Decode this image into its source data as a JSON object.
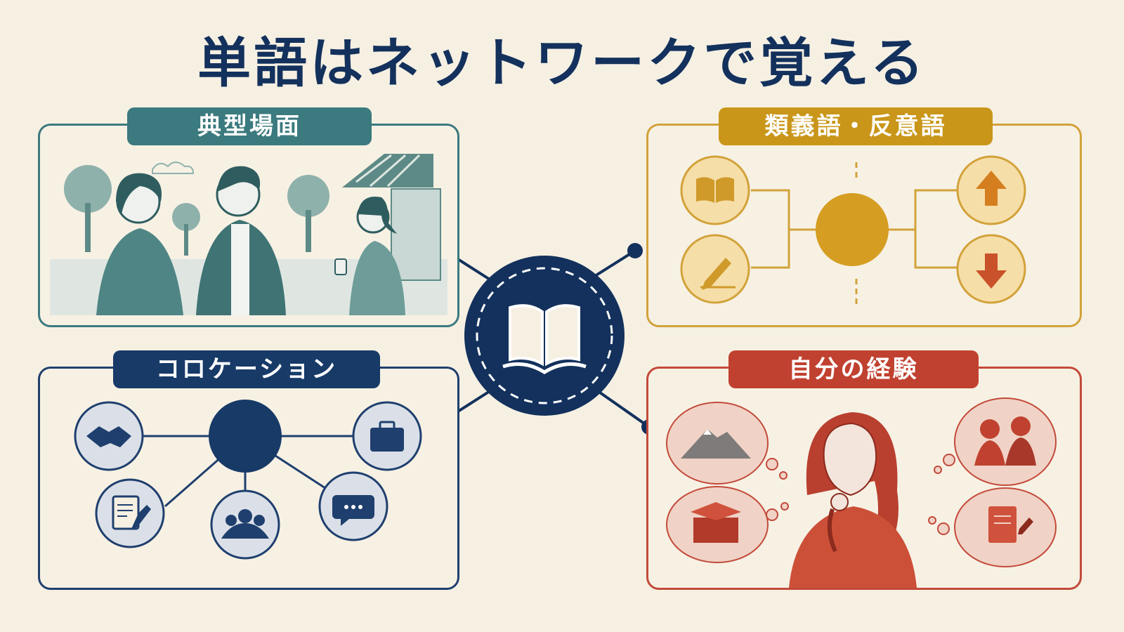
{
  "title": "単語はネットワークで覚える",
  "panels": {
    "scene": {
      "label": "典型場面"
    },
    "synonym": {
      "label": "類義語・反意語"
    },
    "collocation": {
      "label": "コロケーション"
    },
    "experience": {
      "label": "自分の経験"
    }
  },
  "colors": {
    "navy": "#13315c",
    "teal": "#3b7a7e",
    "gold": "#c9961a",
    "red": "#c0412f",
    "background": "#f6f0e3"
  },
  "icons": {
    "center": "open-book-icon",
    "synonym": [
      "book-icon",
      "pencil-writing-icon",
      "arrow-up-icon",
      "arrow-down-icon"
    ],
    "collocation": [
      "handshake-icon",
      "briefcase-icon",
      "document-pen-icon",
      "people-group-icon",
      "chat-bubble-icon"
    ],
    "experience": [
      "mountain-memory-icon",
      "friends-memory-icon",
      "gift-box-memory-icon",
      "notebook-memory-icon"
    ]
  }
}
